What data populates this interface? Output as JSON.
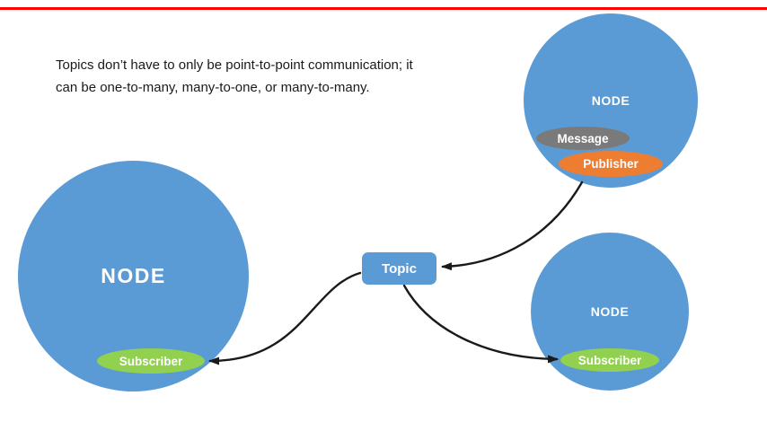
{
  "caption": {
    "line1": "Topics don’t have to only be point-to-point communication; it",
    "line2": "can be one-to-many, many-to-one, or many-to-many."
  },
  "topic": {
    "label": "Topic"
  },
  "nodes": {
    "left": {
      "label": "NODE",
      "subscriber_label": "Subscriber"
    },
    "top_right": {
      "label": "NODE",
      "message_label": "Message",
      "publisher_label": "Publisher"
    },
    "bottom_right": {
      "label": "NODE",
      "subscriber_label": "Subscriber"
    }
  },
  "colors": {
    "node_blue": "#5b9bd5",
    "topic_blue": "#5b9bd5",
    "subscriber_green": "#92d050",
    "publisher_orange": "#ed7d31",
    "message_gray": "#7a7a7a",
    "accent_red": "#ff0000",
    "arrow_black": "#1a1a1a"
  }
}
